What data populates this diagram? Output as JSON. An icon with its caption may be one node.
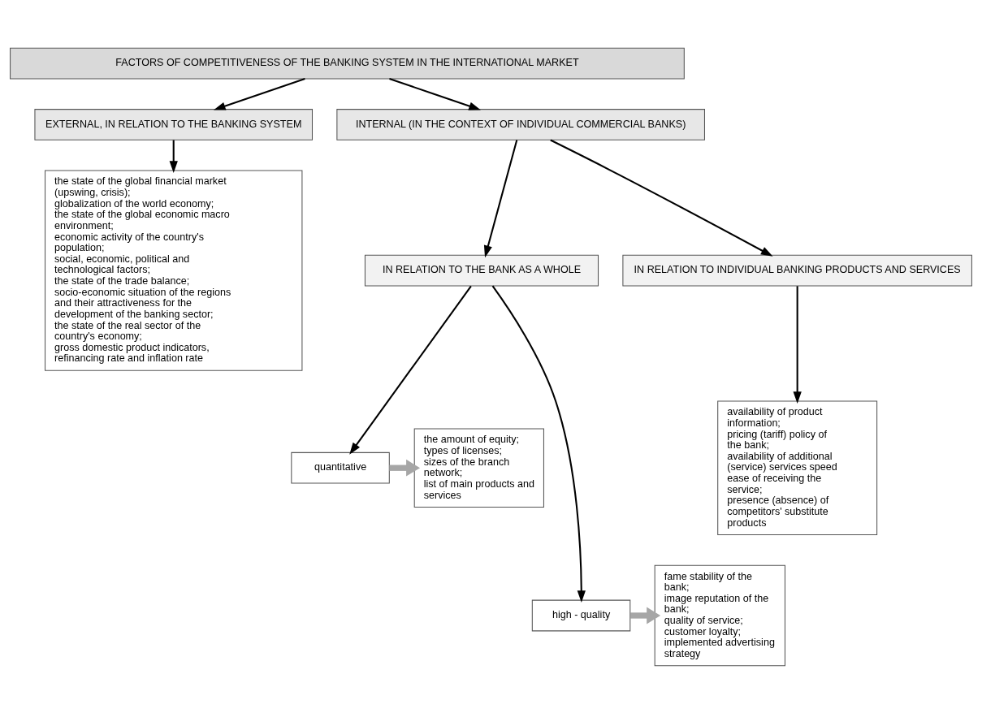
{
  "diagram": {
    "nodes": [
      {
        "text": [
          "FACTORS OF COMPETITIVENESS OF THE BANKING SYSTEM IN THE INTERNATIONAL MARKET"
        ]
      },
      {
        "text": [
          "EXTERNAL, IN RELATION TO THE BANKING SYSTEM"
        ]
      },
      {
        "text": [
          "INTERNAL (IN THE CONTEXT OF INDIVIDUAL COMMERCIAL BANKS)"
        ]
      },
      {
        "text": [
          "the state of the global financial market (upswing, crisis);",
          "globalization of the world economy;",
          "the state of the global economic macro environment;",
          "economic activity of the country's population;",
          "social, economic, political and technological factors;",
          "the state of the trade balance;",
          "socio-economic situation of the regions and their attractiveness for the development of the banking sector;",
          "the state of the real sector of the country's economy;",
          "gross domestic product indicators, refinancing rate and inflation rate"
        ]
      },
      {
        "text": [
          "IN RELATION TO THE BANK AS A WHOLE"
        ]
      },
      {
        "text": [
          "IN RELATION TO INDIVIDUAL BANKING PRODUCTS AND SERVICES"
        ]
      },
      {
        "text": [
          "quantitative"
        ]
      },
      {
        "text": [
          "the amount of equity;",
          "types of licenses;",
          "sizes of the branch network;",
          "list of main products and services"
        ]
      },
      {
        "text": [
          "high - quality"
        ]
      },
      {
        "text": [
          "fame stability of the bank;",
          "image reputation of the bank;",
          "quality of service;",
          "customer loyalty;",
          "implemented advertising strategy"
        ]
      },
      {
        "text": [
          "availability of product information;",
          "pricing (tariff) policy of the bank;",
          "availability of additional (service) services speed",
          "ease of receiving the service;",
          "presence (absence) of competitors' substitute products"
        ]
      }
    ],
    "edges": [
      {
        "from": 0,
        "to": 1,
        "arrow": "to"
      },
      {
        "from": 0,
        "to": 2,
        "arrow": "to"
      },
      {
        "from": 1,
        "to": 3,
        "arrow": "to"
      },
      {
        "from": 2,
        "to": 4,
        "arrow": "to"
      },
      {
        "from": 2,
        "to": 5,
        "arrow": "to"
      },
      {
        "from": 4,
        "to": 6,
        "arrow": "to"
      },
      {
        "from": 4,
        "to": 8,
        "arrow": "to"
      },
      {
        "from": 6,
        "to": 7,
        "arrow": "to",
        "style": "thick",
        "color": "#a6a6a6"
      },
      {
        "from": 8,
        "to": 9,
        "arrow": "to",
        "style": "thick",
        "color": "#a6a6a6"
      },
      {
        "from": 5,
        "to": 10,
        "arrow": "to"
      }
    ]
  }
}
